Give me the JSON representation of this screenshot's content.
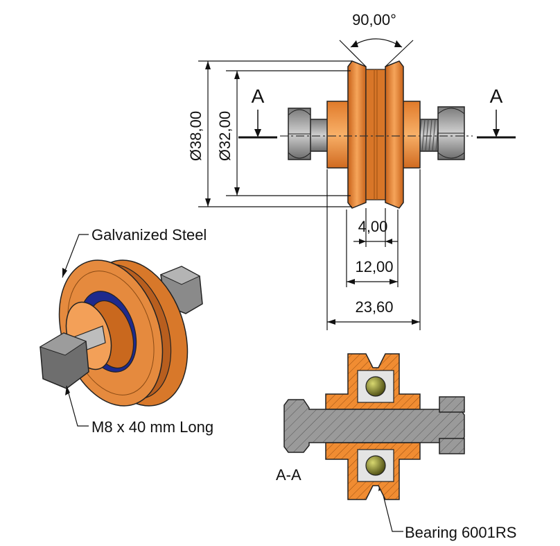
{
  "dimensions": {
    "angle": "90,00°",
    "outer_diameter": "Ø38,00",
    "inner_diameter": "Ø32,00",
    "groove_width": "4,00",
    "rim_width": "12,00",
    "total_width": "23,60"
  },
  "section": {
    "marker": "A",
    "label": "A-A"
  },
  "callouts": {
    "material": "Galvanized Steel",
    "bolt": "M8 x 40 mm Long",
    "bearing": "Bearing 6001RS"
  },
  "colors": {
    "wheel": "#f08c32",
    "bolt": "#8c8c8c",
    "bearing_ball": "#6b6b1c",
    "bearing_seal": "#1e2a8c"
  }
}
